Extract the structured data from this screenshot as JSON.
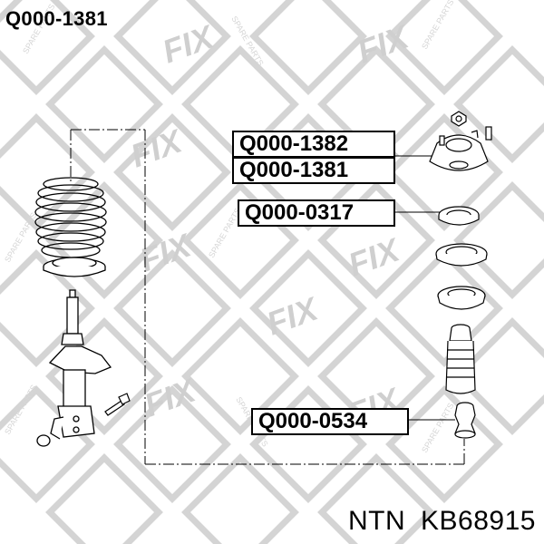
{
  "header": {
    "part_number": "Q000-1381"
  },
  "part_labels": [
    "Q000-1382",
    "Q000-1381",
    "Q000-0317",
    "Q000-0534"
  ],
  "watermark": {
    "brand": "FIX",
    "tagline": "SPARE PARTS"
  },
  "cross_reference": {
    "brand": "NTN",
    "number": "KB68915"
  },
  "colors": {
    "line": "#000000",
    "watermark": "#cccccc",
    "background": "#ffffff"
  },
  "icons": [
    "coil-spring-icon",
    "strut-assembly-icon",
    "top-mount-icon",
    "bearing-icon",
    "spring-seat-icon",
    "bump-stop-icon",
    "dust-boot-icon"
  ]
}
